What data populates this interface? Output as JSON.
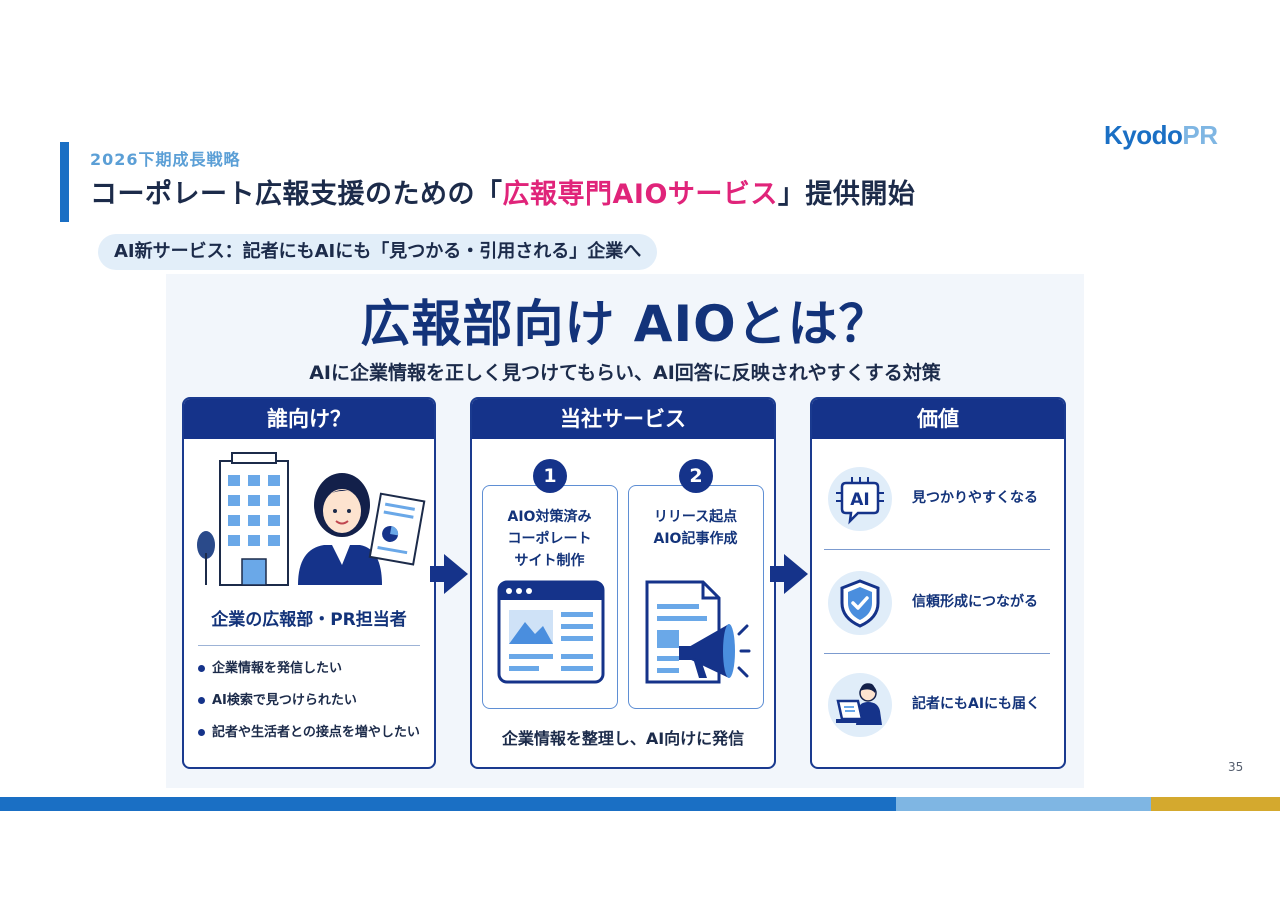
{
  "header": {
    "section_label": "2026下期成長戦略",
    "title_before": "コーポレート広報支援のための「",
    "title_highlight": "広報専門AIOサービス",
    "title_after": "」提供開始",
    "logo_main": "Kyodo",
    "logo_accent": "PR"
  },
  "subheading": "AI新サービス：記者にもAIにも「見つかる・引用される」企業へ",
  "panel": {
    "title": "広報部向け AIOとは？",
    "subtitle": "AIに企業情報を正しく見つけてもらい、AI回答に反映されやすくする対策",
    "target": {
      "heading": "誰向け？",
      "name": "企業の広報部・PR担当者",
      "items": [
        "企業情報を発信したい",
        "AI検索で見つけられたい",
        "記者や生活者との接点を増やしたい"
      ]
    },
    "service": {
      "heading": "当社サービス",
      "items": [
        {
          "number": "1",
          "line1": "AIO対策済み",
          "line2": "コーポレート",
          "line3": "サイト制作"
        },
        {
          "number": "2",
          "line1": "リリース起点",
          "line2": "AIO記事作成"
        }
      ],
      "footer": "企業情報を整理し、AI向けに発信"
    },
    "value": {
      "heading": "価値",
      "items": [
        {
          "icon": "ai-chip-icon",
          "text": "見つかりやすくなる"
        },
        {
          "icon": "shield-check-icon",
          "text": "信頼形成につながる"
        },
        {
          "icon": "person-laptop-icon",
          "text": "記者にもAIにも届く"
        }
      ],
      "ai_chip_text": "AI"
    }
  },
  "page_number": "35",
  "colors": {
    "primary_blue": "#1a6fc4",
    "navy": "#15338a",
    "highlight_pink": "#e0247a",
    "light_blue": "#7fb6e3",
    "gold": "#d4a92e"
  }
}
